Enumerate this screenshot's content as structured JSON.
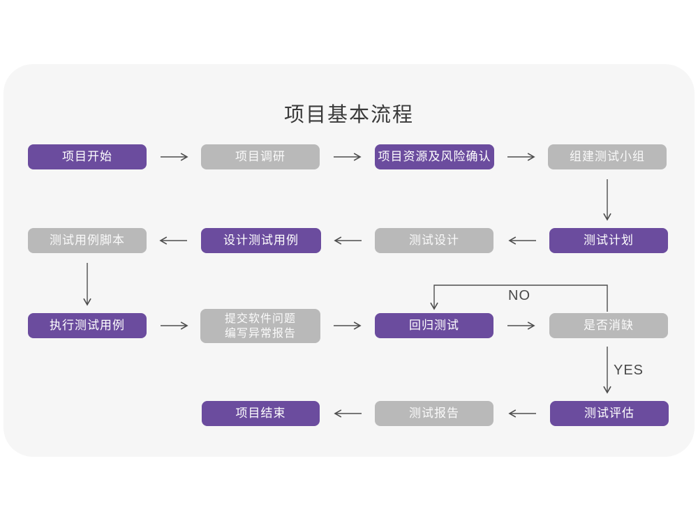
{
  "title": "项目基本流程",
  "nodes": {
    "project_start": {
      "label": "项目开始",
      "style": "purple"
    },
    "project_research": {
      "label": "项目调研",
      "style": "gray"
    },
    "resources_risk": {
      "label": "项目资源及风险确认",
      "style": "purple"
    },
    "build_team": {
      "label": "组建测试小组",
      "style": "gray"
    },
    "test_plan": {
      "label": "测试计划",
      "style": "purple"
    },
    "test_design": {
      "label": "测试设计",
      "style": "gray"
    },
    "design_cases": {
      "label": "设计测试用例",
      "style": "purple"
    },
    "case_script": {
      "label": "测试用例脚本",
      "style": "gray"
    },
    "execute_cases": {
      "label": "执行测试用例",
      "style": "purple"
    },
    "submit_report": {
      "label_line1": "提交软件问题",
      "label_line2": "编写异常报告",
      "style": "gray"
    },
    "regression": {
      "label": "回归测试",
      "style": "purple"
    },
    "defect_check": {
      "label": "是否消缺",
      "style": "gray"
    },
    "evaluation": {
      "label": "测试评估",
      "style": "purple"
    },
    "test_report": {
      "label": "测试报告",
      "style": "gray"
    },
    "project_end": {
      "label": "项目结束",
      "style": "purple"
    }
  },
  "edge_labels": {
    "no": "NO",
    "yes": "YES"
  },
  "colors": {
    "primary_purple": "#6B4C9E",
    "neutral_gray": "#B9B9B9",
    "canvas": "#F6F6F6",
    "arrow": "#4D4D4D",
    "title_text": "#3A3A3A"
  }
}
